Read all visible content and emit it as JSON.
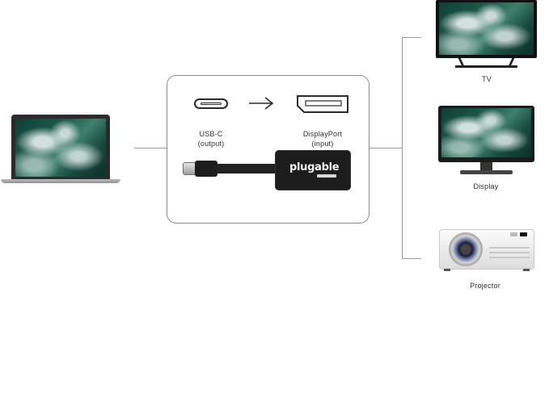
{
  "adapter": {
    "input_label_line1": "USB-C",
    "input_label_line2": "(output)",
    "output_label_line1": "DisplayPort",
    "output_label_line2": "(input)",
    "brand": "plugable"
  },
  "devices": [
    {
      "label": "TV",
      "icon": "tv-icon"
    },
    {
      "label": "Display",
      "icon": "monitor-icon"
    },
    {
      "label": "Projector",
      "icon": "projector-icon"
    }
  ],
  "source": {
    "icon": "laptop-icon"
  },
  "colors": {
    "line": "#9a9a9a",
    "card_border": "#8c8c8c",
    "device_body": "#1f1f1f",
    "screen_green": "#1d5a4a"
  }
}
